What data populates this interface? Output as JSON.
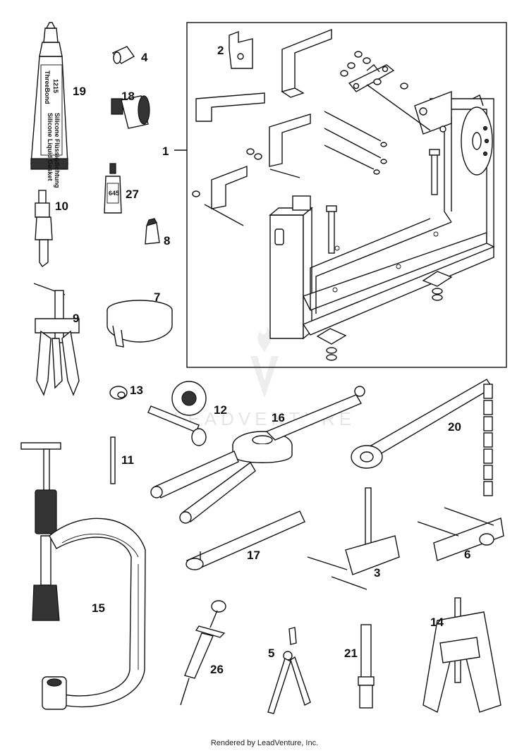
{
  "watermark": {
    "text": "LEADVENTURE"
  },
  "tube_label": {
    "brand": "ThreeBond",
    "number": "1215",
    "desc1": "Silicone Liquid Gasket",
    "desc2": "Silicone Flüssigdichtung"
  },
  "bottle_label": "645",
  "callouts": [
    {
      "id": "c1",
      "label": "1"
    },
    {
      "id": "c2",
      "label": "2"
    },
    {
      "id": "c3",
      "label": "3"
    },
    {
      "id": "c4",
      "label": "4"
    },
    {
      "id": "c5",
      "label": "5"
    },
    {
      "id": "c6",
      "label": "6"
    },
    {
      "id": "c7",
      "label": "7"
    },
    {
      "id": "c8",
      "label": "8"
    },
    {
      "id": "c9",
      "label": "9"
    },
    {
      "id": "c10",
      "label": "10"
    },
    {
      "id": "c11",
      "label": "11"
    },
    {
      "id": "c12",
      "label": "12"
    },
    {
      "id": "c13",
      "label": "13"
    },
    {
      "id": "c14",
      "label": "14"
    },
    {
      "id": "c15",
      "label": "15"
    },
    {
      "id": "c16",
      "label": "16"
    },
    {
      "id": "c17",
      "label": "17"
    },
    {
      "id": "c18",
      "label": "18"
    },
    {
      "id": "c19",
      "label": "19"
    },
    {
      "id": "c20",
      "label": "20"
    },
    {
      "id": "c21",
      "label": "21"
    },
    {
      "id": "c26",
      "label": "26"
    },
    {
      "id": "c27",
      "label": "27"
    }
  ],
  "footer": {
    "text": "Rendered by LeadVenture, Inc."
  }
}
